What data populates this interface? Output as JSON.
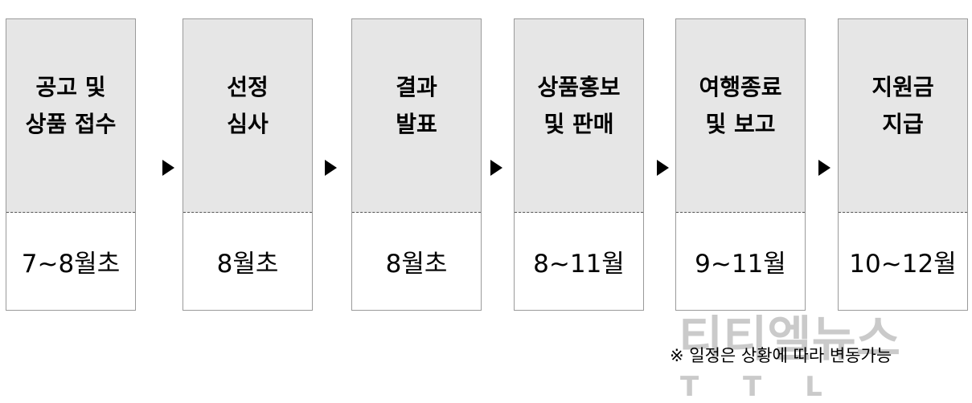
{
  "steps": [
    {
      "title_line1": "공고 및",
      "title_line2": "상품 접수",
      "period": "7~8월초"
    },
    {
      "title_line1": "선정",
      "title_line2": "심사",
      "period": "8월초"
    },
    {
      "title_line1": "결과",
      "title_line2": "발표",
      "period": "8월초"
    },
    {
      "title_line1": "상품홍보",
      "title_line2": "및 판매",
      "period": "8~11월"
    },
    {
      "title_line1": "여행종료",
      "title_line2": "및 보고",
      "period": "9~11월"
    },
    {
      "title_line1": "지원금",
      "title_line2": "지급",
      "period": "10~12월"
    }
  ],
  "note": "※ 일정은 상황에 따라 변동가능",
  "watermark": {
    "main": "티티엘뉴스",
    "sub": "TTL"
  },
  "colors": {
    "box_fill": "#e6e6e6",
    "box_border": "#9a9a9a",
    "arrow": "#000000",
    "text": "#000000"
  }
}
